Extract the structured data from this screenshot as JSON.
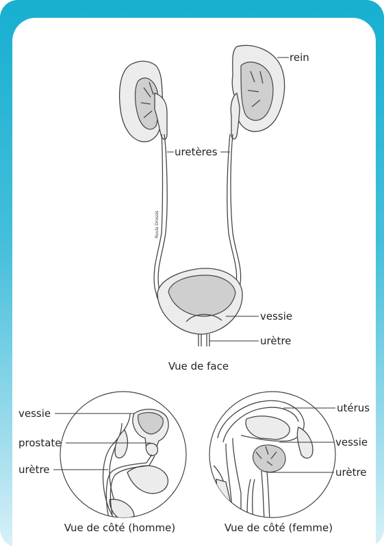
{
  "labels": {
    "rein": "rein",
    "ureteres": "uretères",
    "vessie_face": "vessie",
    "uretre_face": "urètre",
    "vessie_homme": "vessie",
    "prostate": "prostate",
    "uretre_homme": "urètre",
    "uterus": "utérus",
    "vessie_femme": "vessie",
    "uretre_femme": "urètre"
  },
  "captions": {
    "front": "Vue de face",
    "male": "Vue de côté (homme)",
    "female": "Vue de côté (femme)"
  },
  "signature": "Roula Drossis",
  "colors": {
    "frame_top": "#17afd0",
    "frame_bottom": "#d8f1f8",
    "panel": "#ffffff"
  }
}
